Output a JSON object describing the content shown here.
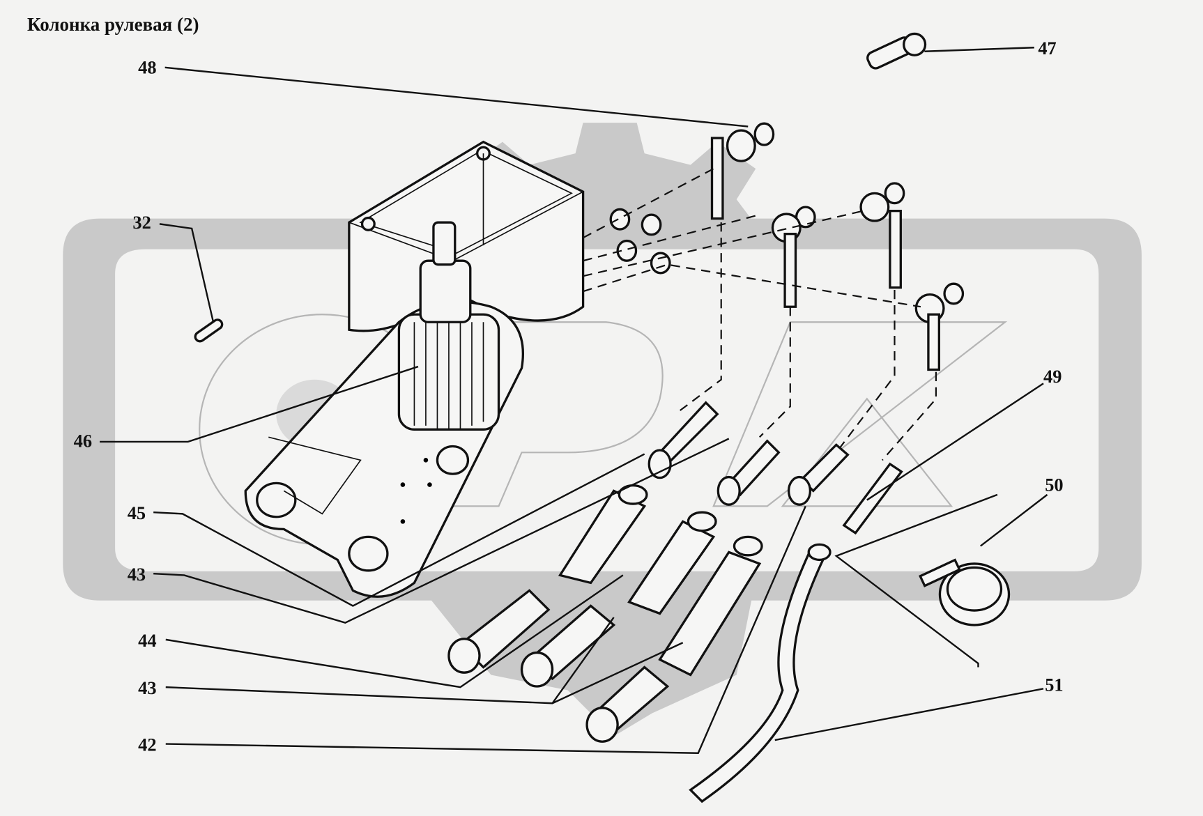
{
  "title": "Колонка рулевая  (2)",
  "labels": {
    "p32": "32",
    "p42": "42",
    "p43a": "43",
    "p43b": "43",
    "p44": "44",
    "p45": "45",
    "p46": "46",
    "p47": "47",
    "p48": "48",
    "p49": "49",
    "p50": "50",
    "p51": "51"
  }
}
